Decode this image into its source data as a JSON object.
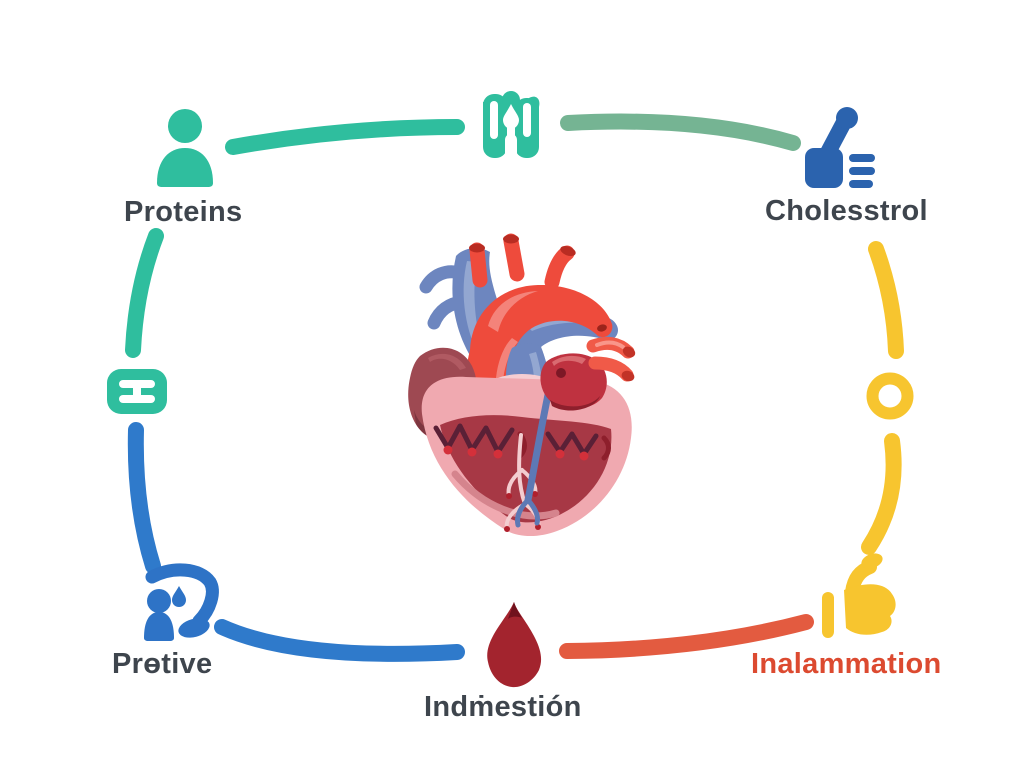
{
  "title": "Heart health factors infographic",
  "nodes": {
    "proteins": {
      "label": "Proteins",
      "icon": "person-icon",
      "color": "#2FBE9E",
      "label_color": "#3E454D"
    },
    "medication": {
      "label": "",
      "icon": "medicine-droplet-icon",
      "color": "#2FBE9E"
    },
    "cholesterol": {
      "label": "Cholesstrol",
      "icon": "hand-lever-list-icon",
      "color": "#2B63AE",
      "label_color": "#3E454D"
    },
    "marker": {
      "label": "",
      "icon": "ring-icon",
      "color": "#F7C52F"
    },
    "inflammation": {
      "label": "Inalammation",
      "icon": "thumbs-up-icon",
      "color": "#F7C52F",
      "label_color": "#DC4A30"
    },
    "ingestion": {
      "label": "Indṁestión",
      "icon": "blood-drop-icon",
      "color": "#A3242E",
      "tip_color": "#70121D",
      "label_color": "#3E454D"
    },
    "prevention": {
      "label": "Prɵtive",
      "icon": "person-droplet-arrow-icon",
      "color": "#2E73C6",
      "label_color": "#3E454D"
    },
    "health_badge": {
      "label": "",
      "icon": "h-badge-icon",
      "color": "#2FBE9E",
      "glyph_color": "#FFFFFF"
    }
  },
  "connectors": {
    "top_left": {
      "color": "#2FBE9E"
    },
    "top_right": {
      "color": "#75B493"
    },
    "left_upper": {
      "color": "#2FBE9E"
    },
    "left_lower": {
      "color": "#2F7ACB"
    },
    "right_upper": {
      "color": "#F7C52F"
    },
    "right_lower": {
      "color": "#F7C52F"
    },
    "bottom_left": {
      "color": "#2F7ACB"
    },
    "bottom_right": {
      "color": "#E35B40"
    }
  },
  "center": {
    "name": "anatomical-heart-illustration",
    "palette": {
      "artery_red": "#EE4B3C",
      "vein_blue": "#6D86BF",
      "muscle_pink": "#F0A9B0",
      "chamber_red": "#A73845",
      "atrium_maroon": "#9E4952",
      "atrium_crimson": "#BF3240"
    }
  }
}
